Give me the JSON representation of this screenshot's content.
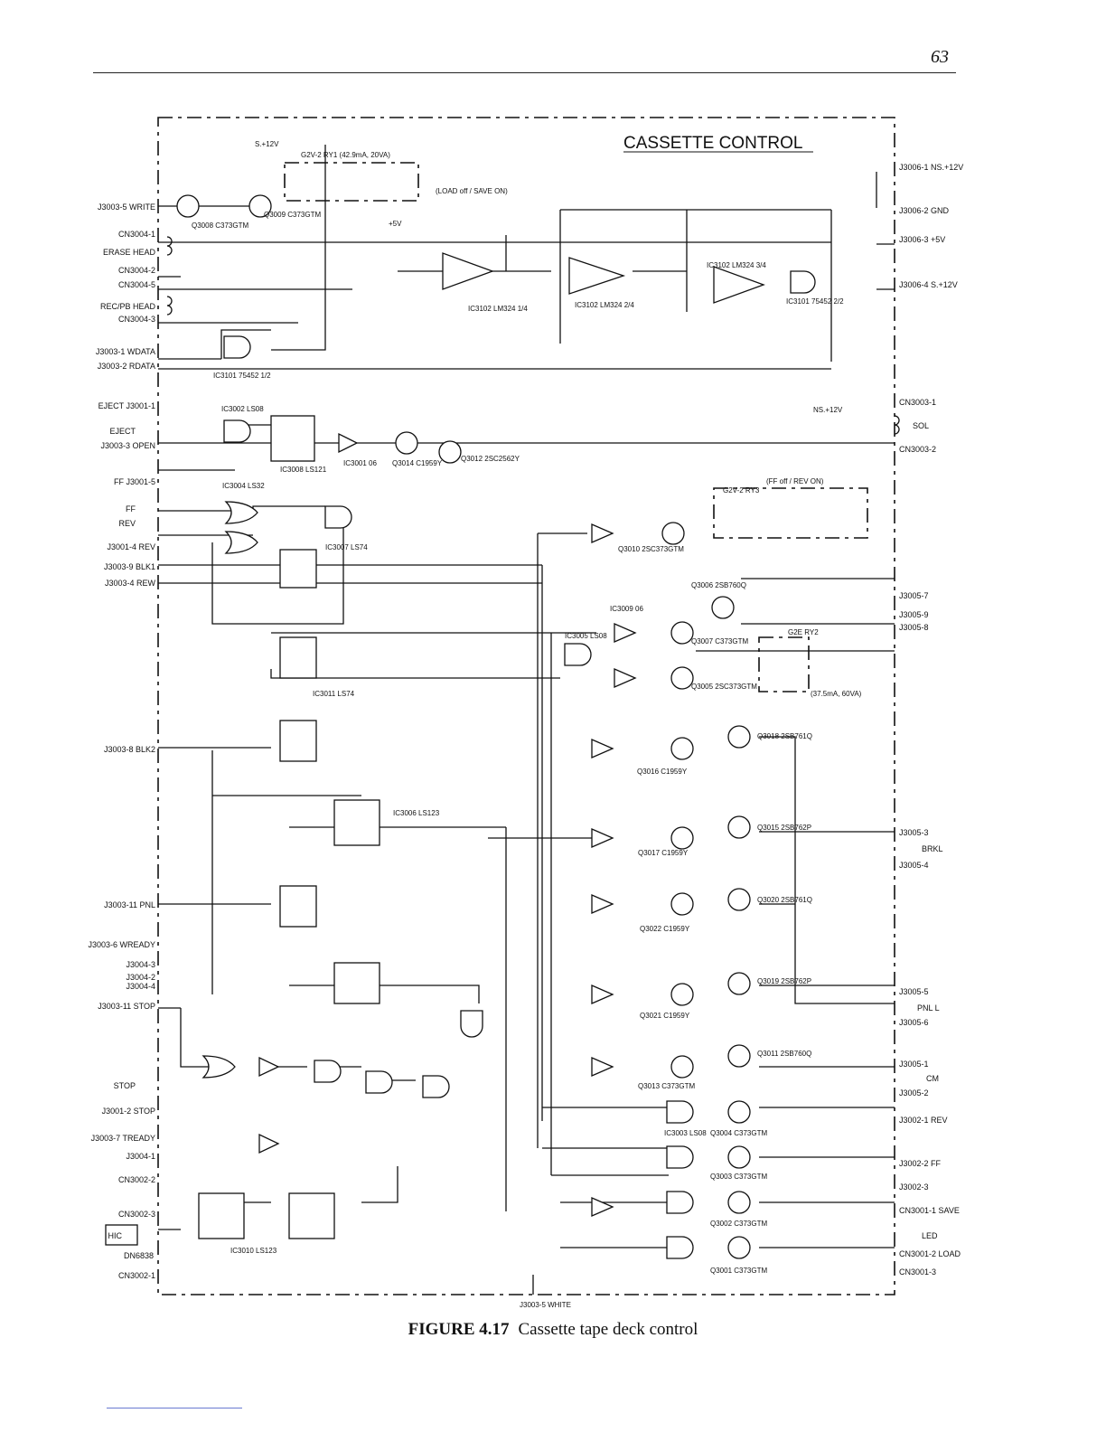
{
  "page_number": "63",
  "diagram": {
    "title": "CASSETTE CONTROL",
    "left_connectors": [
      "J3003-5 WRITE",
      "CN3004-1",
      "ERASE HEAD",
      "CN3004-2",
      "CN3004-5",
      "REC/PB HEAD",
      "CN3004-3",
      "J3003-1 WDATA",
      "J3003-2 RDATA",
      "EJECT J3001-1",
      "EJECT",
      "J3003-3 OPEN",
      "FF J3001-5",
      "FF",
      "REV",
      "J3001-4 REV",
      "J3003-9 BLK1",
      "J3003-4 REW",
      "J3003-8 BLK2",
      "J3003-11 PNL",
      "J3003-6 WREADY",
      "J3004-3",
      "J3004-2",
      "J3004-4",
      "J3003-11 STOP",
      "STOP",
      "J3001-2 STOP",
      "J3003-7 TREADY",
      "J3004-1",
      "CN3002-2",
      "CN3002-3",
      "HIC",
      "DN6838",
      "CN3002-1"
    ],
    "right_connectors": [
      "J3006-1 NS.+12V",
      "J3006-2 GND",
      "J3006-3 +5V",
      "J3006-4 S.+12V",
      "CN3003-1",
      "SOL",
      "CN3003-2",
      "J3005-7",
      "J3005-9",
      "J3005-8",
      "J3005-3",
      "BRKL",
      "J3005-4",
      "J3005-5",
      "PNL L",
      "J3005-6",
      "J3005-1",
      "CM",
      "J3005-2",
      "J3002-1 REV",
      "J3002-2 FF",
      "J3002-3",
      "CN3001-1 SAVE",
      "LED",
      "CN3001-2 LOAD",
      "CN3001-3"
    ],
    "ic_labels": [
      "IC3101 75452 1/2",
      "IC3102 LM324 1/4",
      "IC3102 LM324 2/4",
      "IC3102 LM324 3/4",
      "IC3101 75452 2/2",
      "IC3002 LS08",
      "IC3008 LS121",
      "IC3001 06",
      "IC3004 LS32",
      "IC3007 LS74",
      "IC3011 LS74",
      "IC3006 LS123",
      "IC3005 LS08",
      "IC3009 06",
      "IC3003 LS08",
      "IC3010 LS123"
    ],
    "transistor_labels": [
      "Q3008 C373GTM",
      "Q3009 C373GTM",
      "Q3014 C1959Y",
      "Q3012 2SC2562Y",
      "Q3010 2SC373GTM",
      "Q3006 2SB760Q",
      "Q3007 C373GTM",
      "Q3005 2SC373GTM",
      "Q3018 2SB761Q",
      "Q3016 C1959Y",
      "Q3015 2SB762P",
      "Q3017 C1959Y",
      "Q3020 2SB761Q",
      "Q3022 C1959Y",
      "Q3019 2SB762P",
      "Q3021 C1959Y",
      "Q3011 2SB760Q",
      "Q3013 C373GTM",
      "Q3004 C373GTM",
      "Q3003 C373GTM",
      "Q3002 C373GTM",
      "Q3001 C373GTM"
    ],
    "relay_labels": [
      "G2V-2 RY1 (42.9mA, 20VA)",
      "(LOAD off / SAVE ON)",
      "G2V-2 RY3",
      "(FF off / REV ON)",
      "G2E RY2",
      "(37.5mA, 60VA)"
    ],
    "supply_labels": [
      "+5V",
      "S.+12V",
      "NS.+12V"
    ],
    "bottom_label": "J3003-5 WHITE"
  },
  "caption": {
    "figure": "FIGURE 4.17",
    "text": "Cassette tape deck control"
  }
}
